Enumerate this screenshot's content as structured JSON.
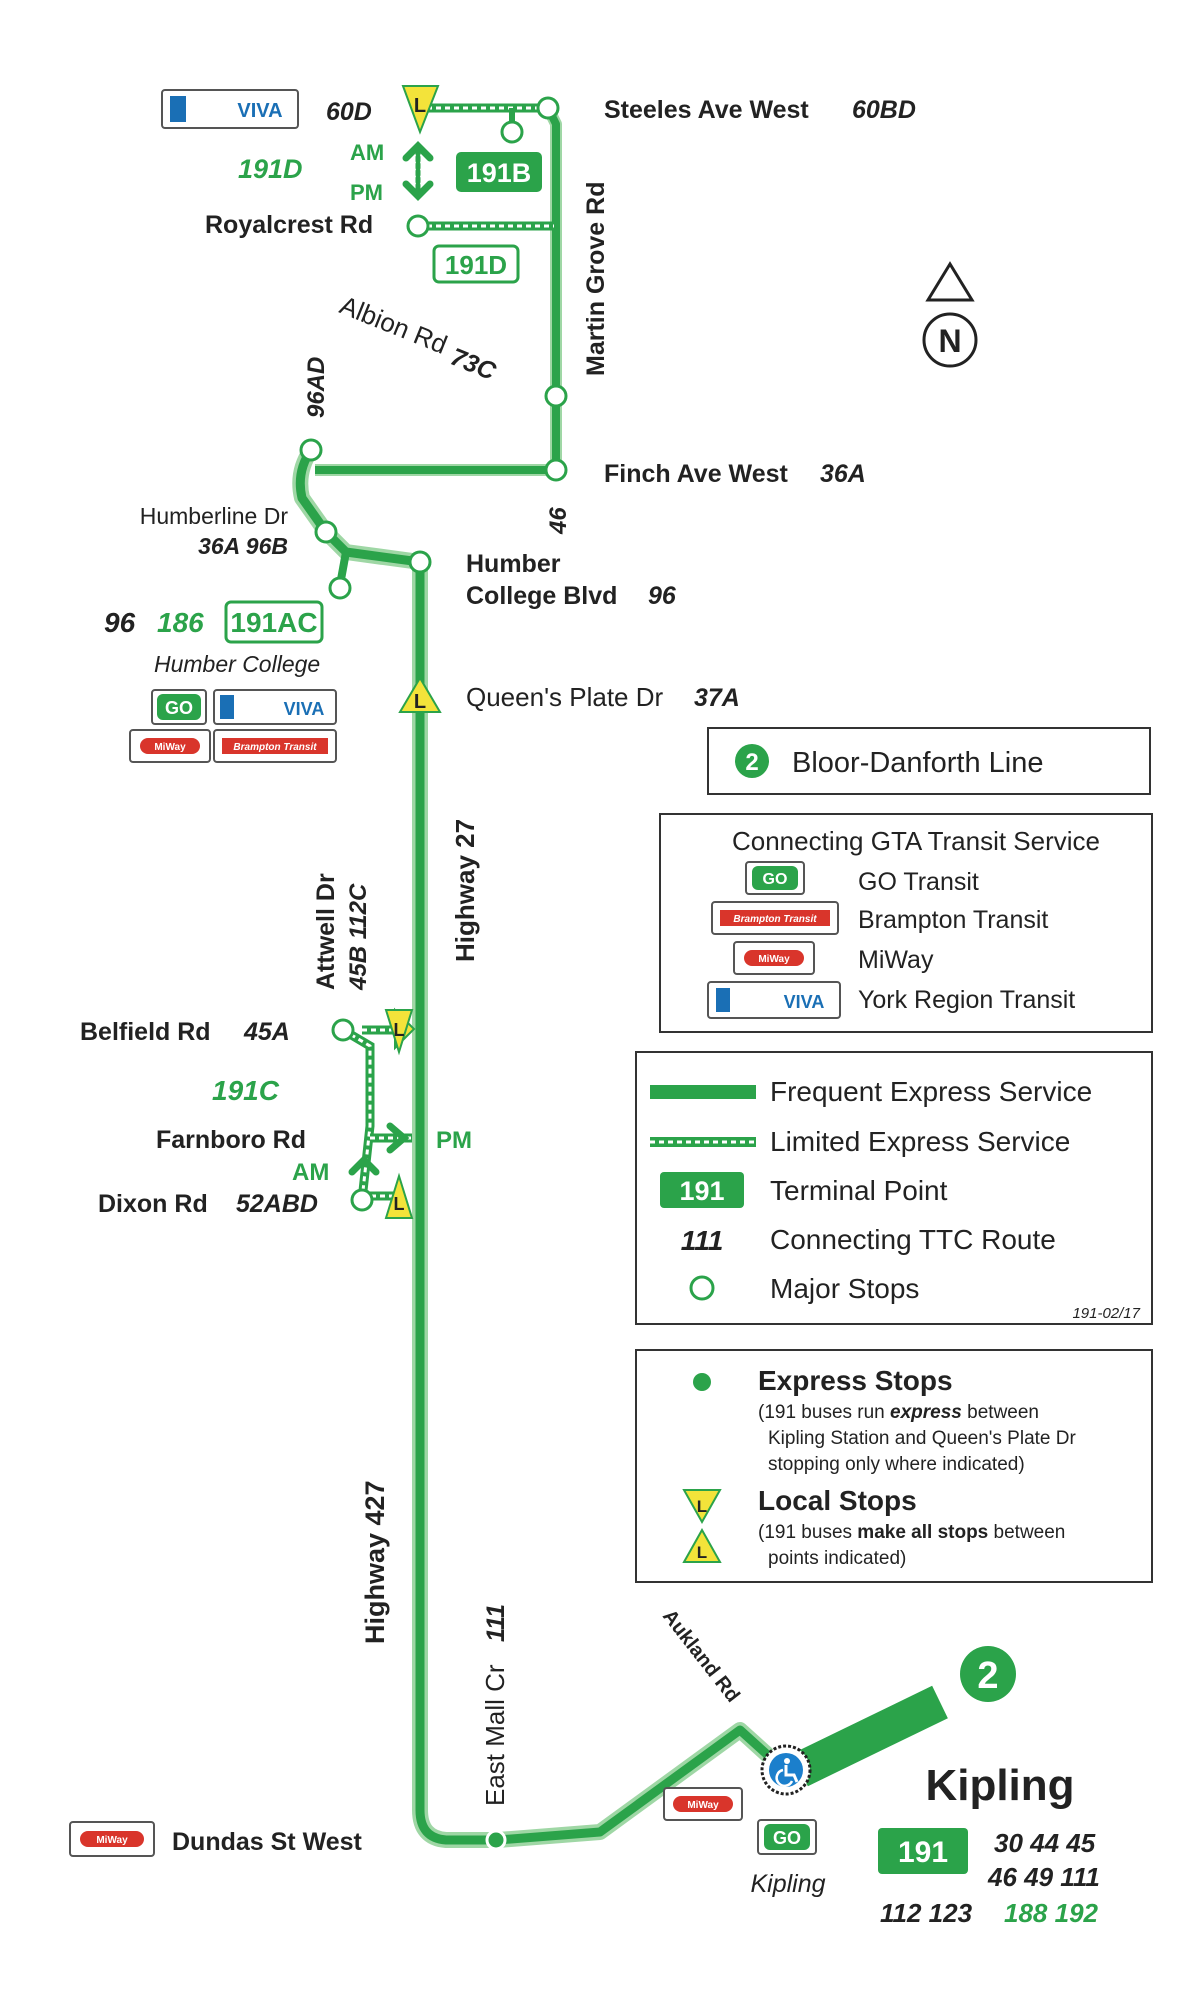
{
  "colors": {
    "route": "#2ba34a",
    "route_light": "#9fd7a5",
    "local_stop": "#f3e33a",
    "text": "#222222",
    "viva_blue": "#1a6fb5",
    "miway_red": "#d9352b",
    "accessibility_blue": "#1b7fcc"
  },
  "stops": {
    "steeles": {
      "name": "Steeles Ave West",
      "routes": "60BD"
    },
    "steeles_west": {
      "routes": "60D"
    },
    "royalcrest": {
      "name": "Royalcrest Rd"
    },
    "albion": {
      "name": "Albion Rd",
      "routes": "73C"
    },
    "martin_grove": {
      "name": "Martin Grove Rd"
    },
    "finch": {
      "name": "Finch Ave West",
      "routes": "36A"
    },
    "finch_south": {
      "routes": "46"
    },
    "finch_west": {
      "routes": "96AD"
    },
    "humberline": {
      "name": "Humberline Dr",
      "routes": "36A 96B"
    },
    "humber_college_blvd": {
      "line1": "Humber",
      "line2": "College Blvd",
      "routes": "96"
    },
    "humber_college": {
      "name": "Humber College",
      "ttc": "96",
      "green": "186",
      "terminal": "191AC"
    },
    "queens_plate": {
      "name": "Queen's Plate Dr",
      "routes": "37A"
    },
    "highway27": {
      "name": "Highway 27"
    },
    "attwell": {
      "name": "Attwell Dr",
      "routes": "45B 112C"
    },
    "belfield": {
      "name": "Belfield Rd",
      "routes": "45A"
    },
    "farnboro": {
      "name": "Farnboro Rd"
    },
    "dixon": {
      "name": "Dixon Rd",
      "routes": "52ABD"
    },
    "highway427": {
      "name": "Highway 427"
    },
    "east_mall": {
      "name": "East Mall Cr",
      "routes": "111"
    },
    "aukland": {
      "name": "Aukland Rd"
    },
    "dundas": {
      "name": "Dundas St West"
    },
    "kipling_small": {
      "name": "Kipling"
    }
  },
  "branches": {
    "d191_top": "191D",
    "d191_box": "191D",
    "b191": "191B",
    "c191": "191C",
    "am": "AM",
    "pm": "PM",
    "am2": "AM",
    "pm2": "PM",
    "local_letter": "L"
  },
  "north": {
    "letter": "N"
  },
  "logos": {
    "viva": "VIVA",
    "go": "GO",
    "miway": "MiWay",
    "brampton": "Brampton Transit"
  },
  "kipling": {
    "title": "Kipling",
    "line_number": "2",
    "terminal": "191",
    "routes_row1": "30 44 45",
    "routes_row2": "46 49 111",
    "routes_black": "112 123",
    "routes_green": "188 192"
  },
  "bloor_box": {
    "number": "2",
    "label": "Bloor-Danforth Line"
  },
  "gta_box": {
    "title": "Connecting GTA Transit Service",
    "items": [
      "GO Transit",
      "Brampton Transit",
      "MiWay",
      "York Region Transit"
    ]
  },
  "legend": {
    "frequent": "Frequent Express Service",
    "limited": "Limited Express Service",
    "terminal_sample": "191",
    "terminal": "Terminal Point",
    "ttc_sample": "111",
    "ttc": "Connecting TTC Route",
    "major": "Major Stops",
    "code": "191-02/17"
  },
  "express_box": {
    "express_title": "Express Stops",
    "express_l1_a": "(191 buses run ",
    "express_l1_b": "express",
    "express_l1_c": " between",
    "express_l2": "Kipling Station and Queen's Plate Dr",
    "express_l3": "stopping only where indicated)",
    "local_title": "Local Stops",
    "local_l1_a": "(191 buses ",
    "local_l1_b": "make all stops",
    "local_l1_c": " between",
    "local_l2": "points indicated)"
  }
}
